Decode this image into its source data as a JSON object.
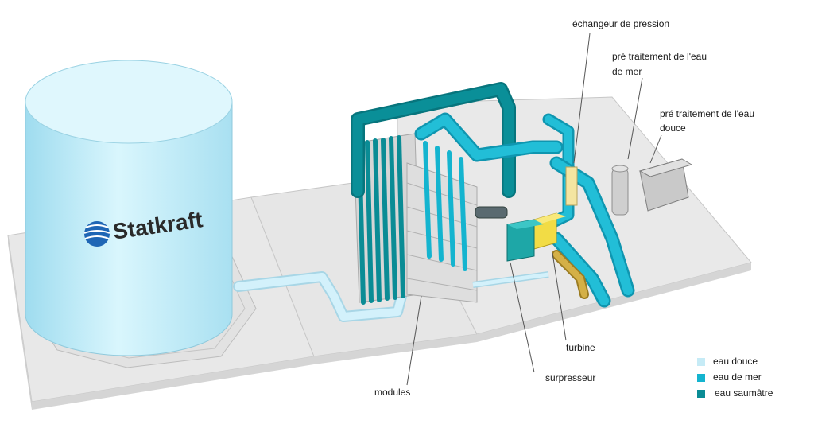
{
  "logo": {
    "brand": "Statkraft"
  },
  "labels": {
    "echangeur": "échangeur de pression",
    "pre_mer_1": "pré traitement de l'eau",
    "pre_mer_2": "de mer",
    "pre_douce_1": "pré traitement de l'eau",
    "pre_douce_2": "douce",
    "turbine": "turbine",
    "surpresseur": "surpresseur",
    "modules": "modules"
  },
  "legend": [
    {
      "label": "eau douce",
      "color": "#c6ebf6"
    },
    {
      "label": "eau de mer",
      "color": "#14b4cf"
    },
    {
      "label": "eau saumâtre",
      "color": "#0a8c95"
    }
  ],
  "colors": {
    "tank": "#c8f0fb",
    "fresh_pipe": "#cdeffa",
    "sea_pipe": "#16b6d1",
    "brackish_pipe": "#0a8f98",
    "platform": "#e6e6e6",
    "equipment": "#d6d6d6",
    "brine_pipe": "#c9a53c",
    "turbine": "#f2dc45"
  }
}
